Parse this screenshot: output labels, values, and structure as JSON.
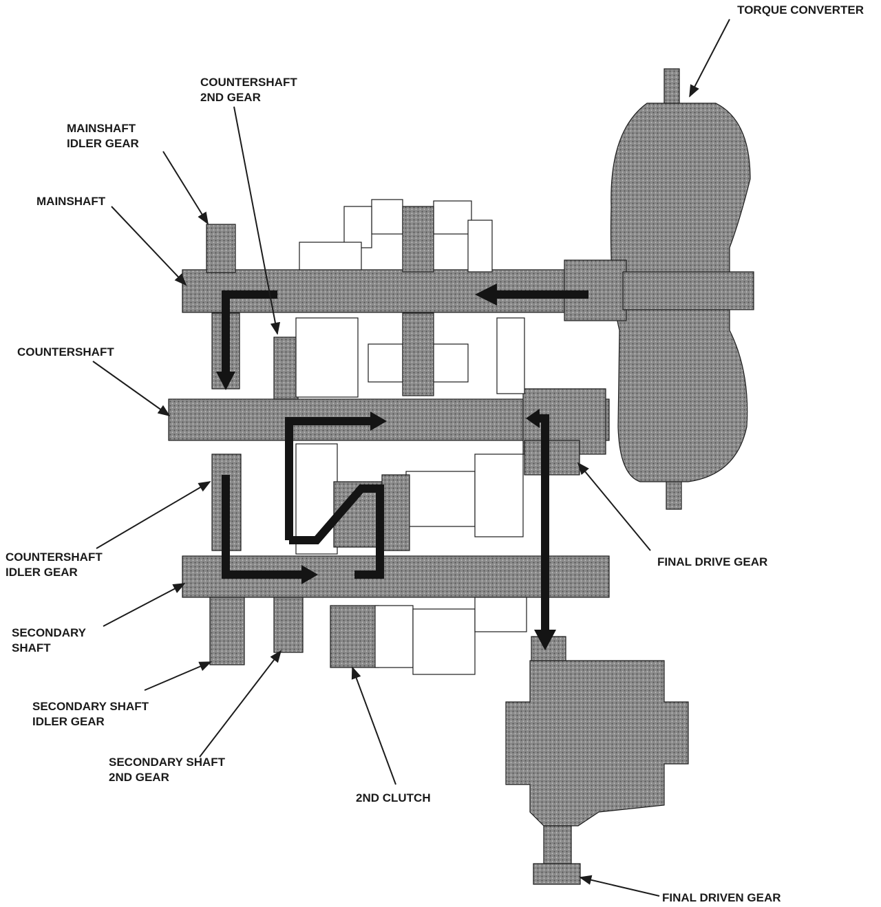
{
  "colors": {
    "shaded": "#7f7f7f",
    "shaded_dark": "#5e5e5e",
    "outline": "#1c1c1c",
    "power_flow": "#141414",
    "background": "#ffffff"
  },
  "labels": {
    "torque_converter": "TORQUE CONVERTER",
    "countershaft_2nd_gear": [
      "COUNTERSHAFT",
      "2ND GEAR"
    ],
    "mainshaft_idler_gear": [
      "MAINSHAFT",
      "IDLER GEAR"
    ],
    "mainshaft": "MAINSHAFT",
    "countershaft": "COUNTERSHAFT",
    "countershaft_idler_gear": [
      "COUNTERSHAFT",
      "IDLER GEAR"
    ],
    "secondary_shaft": [
      "SECONDARY",
      "SHAFT"
    ],
    "secondary_shaft_idler_gear": [
      "SECONDARY SHAFT",
      "IDLER GEAR"
    ],
    "secondary_shaft_2nd_gear": [
      "SECONDARY SHAFT",
      "2ND GEAR"
    ],
    "second_clutch": "2ND CLUTCH",
    "final_drive_gear": "FINAL DRIVE GEAR",
    "final_driven_gear": "FINAL DRIVEN GEAR"
  }
}
